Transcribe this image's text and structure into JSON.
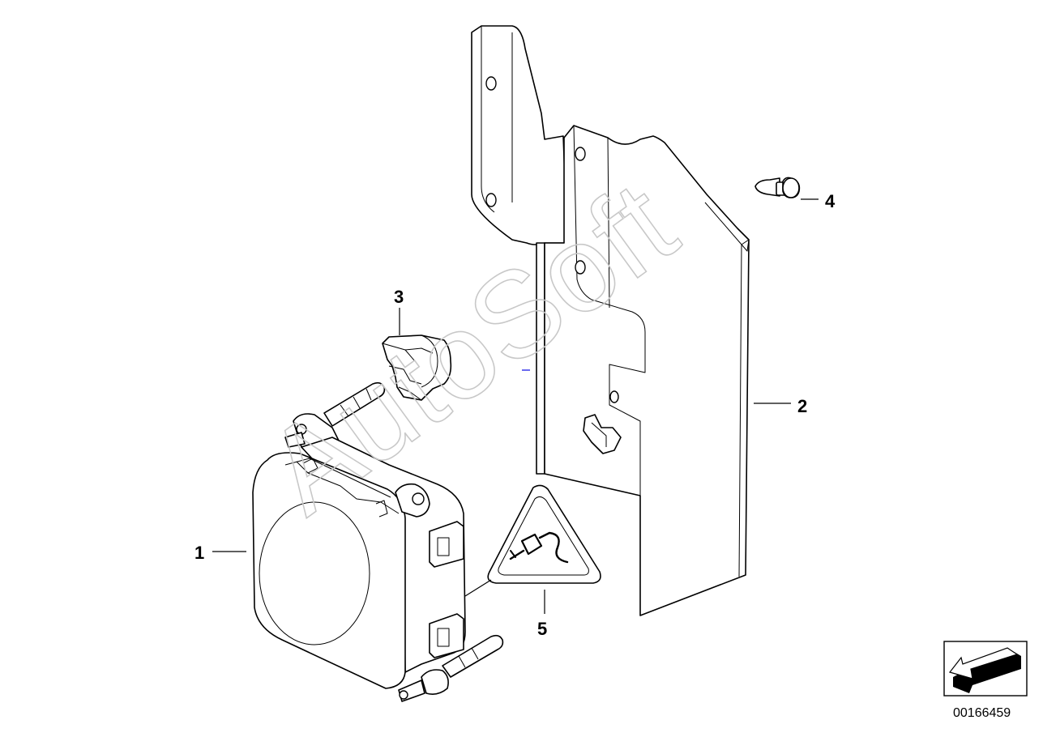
{
  "diagram": {
    "watermark": "AutoSoft",
    "document_number": "00166459",
    "callouts": [
      {
        "id": "1",
        "label": "1"
      },
      {
        "id": "2",
        "label": "2"
      },
      {
        "id": "3",
        "label": "3"
      },
      {
        "id": "4",
        "label": "4"
      },
      {
        "id": "5",
        "label": "5"
      }
    ],
    "icons": [
      "arrow-navigation-icon",
      "connector-warning-icon"
    ]
  }
}
